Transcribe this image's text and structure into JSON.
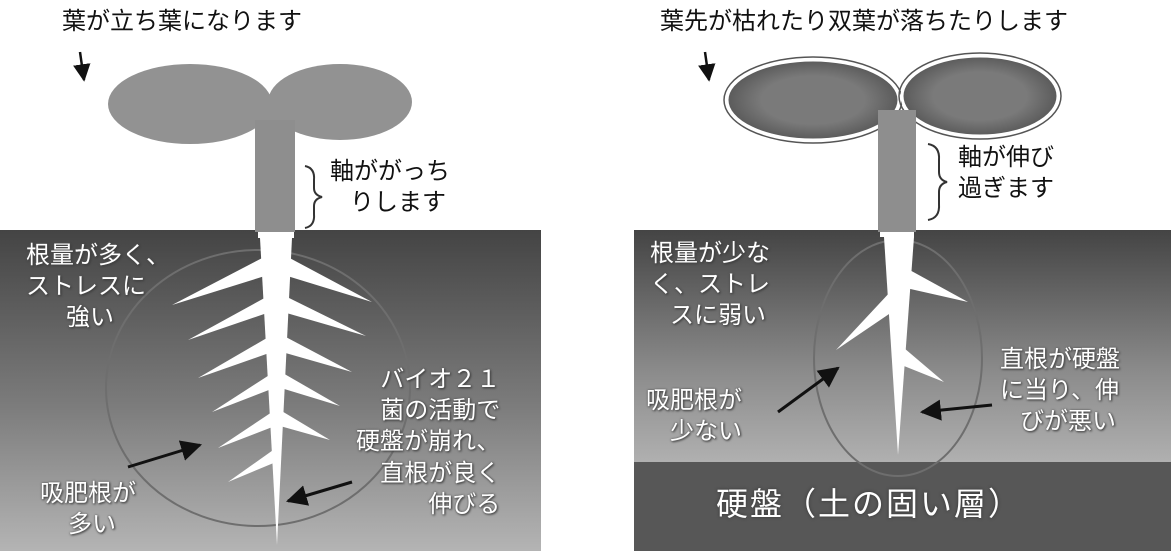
{
  "left_panel": {
    "top_caption": "葉が立ち葉になります",
    "stem_note_line1": "軸ががっち",
    "stem_note_line2": "りします",
    "root_note_line1": "根量が多く、",
    "root_note_line2": "ストレスに",
    "root_note_line3": "強い",
    "bio_note_line1": "バイオ２１",
    "bio_note_line2": "菌の活動で",
    "bio_note_line3": "硬盤が崩れ、",
    "bio_note_line4": "直根が良く",
    "bio_note_line5": "伸びる",
    "feeder_note_line1": "吸肥根が",
    "feeder_note_line2": "多い"
  },
  "right_panel": {
    "top_caption": "葉先が枯れたり双葉が落ちたりします",
    "stem_note_line1": "軸が伸び",
    "stem_note_line2": "過ぎます",
    "root_note_line1": "根量が少な",
    "root_note_line2": "く、ストレ",
    "root_note_line3": "スに弱い",
    "feeder_note_line1": "吸肥根が",
    "feeder_note_line2": "少ない",
    "taproot_note_line1": "直根が硬盤",
    "taproot_note_line2": "に当り、伸",
    "taproot_note_line3": "びが悪い",
    "hardpan_label": "硬盤（土の固い層）"
  },
  "colors": {
    "leaf": "#909090",
    "soil_top": "#4a4a4a",
    "soil_bottom": "#a8a8a8",
    "hardpan": "#555555",
    "root": "#ffffff"
  }
}
